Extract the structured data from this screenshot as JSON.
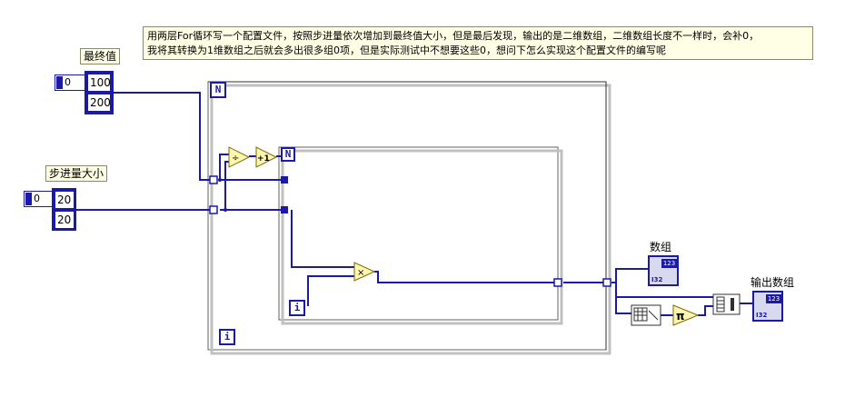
{
  "note": {
    "line1": "用两层For循环写一个配置文件，按照步进量依次增加到最终值大小，但是最后发现，输出的是二维数组，二维数组长度不一样时，会补0，",
    "line2": "我将其转换为1维数组之后就会多出很多组0项，但是实际测试中不想要这些0，想问下怎么实现这个配置文件的编写呢"
  },
  "controls": {
    "final_value": {
      "label": "最终值",
      "index": "0",
      "values": [
        "100",
        "200"
      ]
    },
    "step_size": {
      "label": "步进量大小",
      "index": "0",
      "values": [
        "20",
        "20"
      ]
    }
  },
  "loops": {
    "outer_count": "N",
    "outer_iter": "i",
    "inner_count": "N",
    "inner_iter": "i"
  },
  "indicators": {
    "array": {
      "label": "数组",
      "type": "123",
      "dtype": "I32"
    },
    "output_array": {
      "label": "输出数组",
      "type": "123",
      "dtype": "I32"
    }
  },
  "nodes": {
    "divide": "÷",
    "increment": "+1",
    "multiply": "×",
    "array_size": "π"
  },
  "colors": {
    "wire": "#1a1aa6",
    "loop_border": "#808080",
    "primitive_fill": "#fff6b0"
  }
}
